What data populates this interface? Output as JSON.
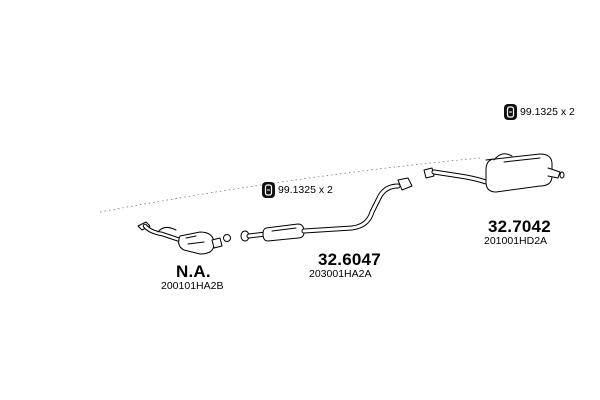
{
  "parts": {
    "catalytic_converter": {
      "number": "N.A.",
      "oem_code": "200101HA2B"
    },
    "middle_pipe": {
      "number": "32.6047",
      "oem_code": "203001HA2A"
    },
    "rear_silencer": {
      "number": "32.7042",
      "oem_code": "201001HD2A"
    }
  },
  "clamps": {
    "middle": {
      "text": "99.1325 x 2"
    },
    "rear": {
      "text": "99.1325 x 2"
    }
  },
  "icons": {
    "clamp": "clamp-icon",
    "catalytic_converter": "catalytic-converter-icon",
    "middle_pipe": "middle-pipe-icon",
    "rear_silencer": "rear-silencer-icon"
  },
  "colors": {
    "line": "#000000",
    "fill": "#ffffff",
    "badge": "#111111"
  }
}
